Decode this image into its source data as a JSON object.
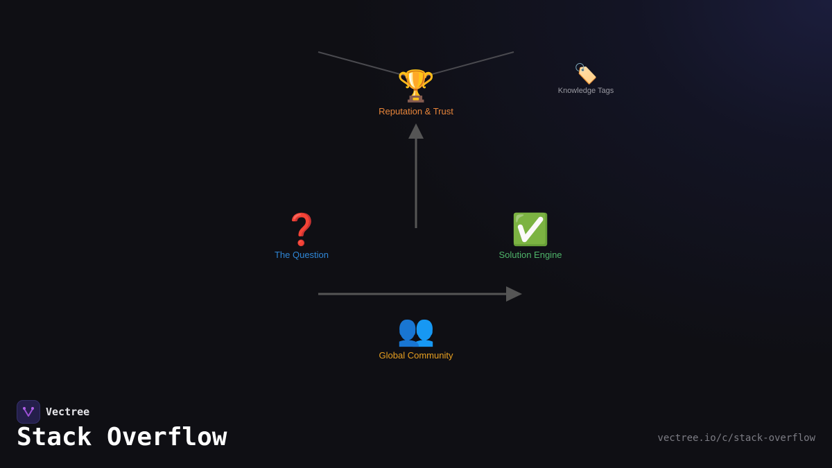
{
  "diagram": {
    "nodes": [
      {
        "id": "reputation",
        "label": "Reputation & Trust",
        "icon": "trophy-icon",
        "glyph": "🏆",
        "color": "#e8853a"
      },
      {
        "id": "tags",
        "label": "Knowledge Tags",
        "icon": "tag-icon",
        "glyph": "🏷️",
        "color": "#9a9aa2"
      },
      {
        "id": "question",
        "label": "The Question",
        "icon": "question-mark-icon",
        "glyph": "❓",
        "color": "#2f86d6"
      },
      {
        "id": "solution",
        "label": "Solution Engine",
        "icon": "check-mark-icon",
        "glyph": "✅",
        "color": "#4fb56a"
      },
      {
        "id": "community",
        "label": "Global Community",
        "icon": "people-icon",
        "glyph": "👥",
        "color": "#e8a020"
      }
    ],
    "edges": [
      {
        "from": "community",
        "to": "reputation",
        "type": "arrow"
      },
      {
        "from": "question",
        "to": "solution",
        "type": "arrow"
      },
      {
        "from": "reputation",
        "to": "question",
        "type": "line"
      },
      {
        "from": "reputation",
        "to": "solution",
        "type": "line"
      }
    ],
    "edge_color": "#555555"
  },
  "footer": {
    "brand_name": "Vectree",
    "title": "Stack Overflow",
    "url": "vectree.io/c/stack-overflow"
  }
}
